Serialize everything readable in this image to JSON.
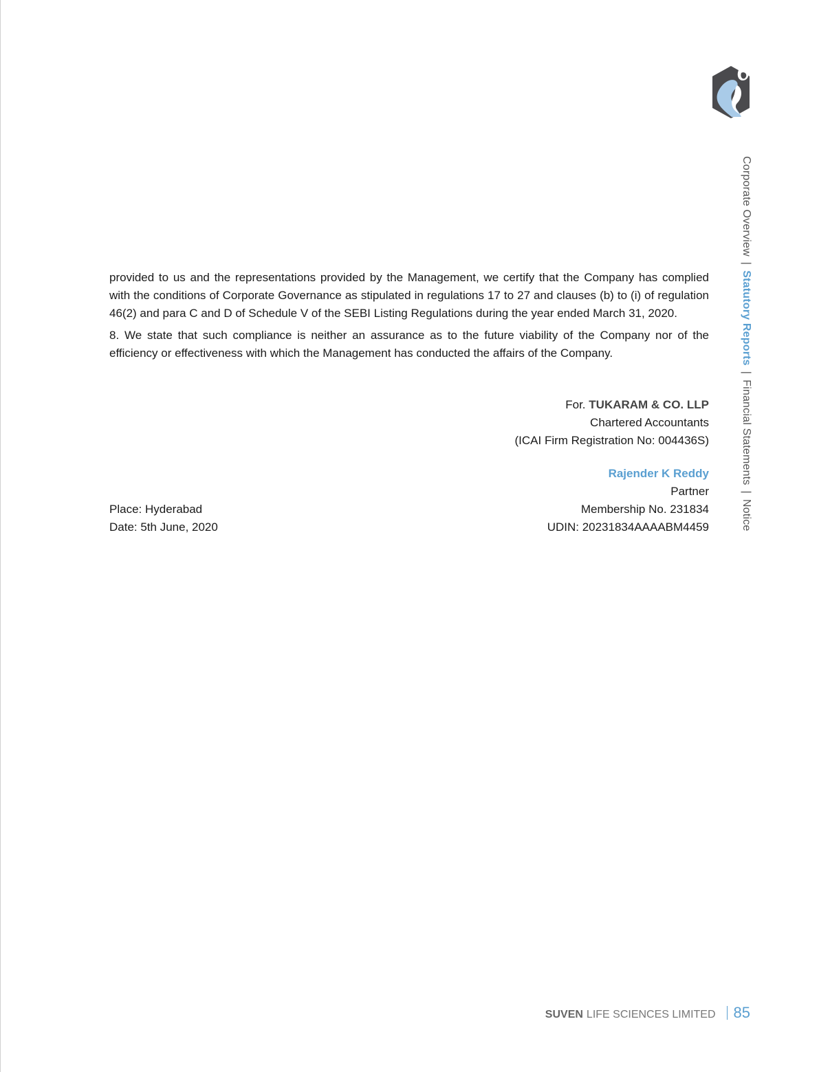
{
  "side_nav": {
    "items": [
      {
        "label": "Corporate Overview",
        "active": false
      },
      {
        "label": "Statutory Reports",
        "active": true
      },
      {
        "label": "Financial Statements",
        "active": false
      },
      {
        "label": "Notice",
        "active": false
      }
    ],
    "separator": "|"
  },
  "body": {
    "paragraph_1": "provided to us and the representations provided by the Management, we certify that the Company has complied with the conditions of Corporate Governance as stipulated in regulations 17 to 27 and clauses (b) to (i) of regulation 46(2) and para C and D of Schedule V of the SEBI Listing Regulations during the year ended March 31, 2020.",
    "paragraph_2": "8. We state that such compliance is neither an assurance as to the future viability of the Company nor of the efficiency or effectiveness with which the Management has conducted the affairs of the Company."
  },
  "signature": {
    "for_prefix": "For.",
    "firm_name": "TUKARAM & CO. LLP",
    "firm_type": "Chartered Accountants",
    "registration": "(ICAI Firm Registration No: 004436S)",
    "signatory_name": "Rajender K Reddy",
    "designation": "Partner",
    "membership": "Membership No. 231834",
    "udin": "UDIN: 20231834AAAABM4459"
  },
  "place_date": {
    "place": "Place: Hyderabad",
    "date": "Date: 5th June, 2020"
  },
  "footer": {
    "brand": "SUVEN",
    "company_rest": "LIFE SCIENCES LIMITED",
    "page_number": "85"
  },
  "colors": {
    "accent": "#5a9fd1",
    "logo_dark": "#4a4a4d",
    "logo_light": "#a9cbe8"
  },
  "icons": {
    "logo": "suven-hexagon-logo-icon"
  }
}
